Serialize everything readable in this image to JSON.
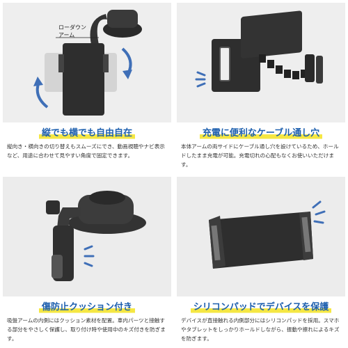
{
  "panels": [
    {
      "heading": "縦でも横でも自由自在",
      "callout": [
        "ローダウン",
        "アーム"
      ],
      "text": "縦向き・横向きの切り替えもスムーズにでき、動画視聴やナビ表示など、用途に合わせて見やすい角度で固定できます。"
    },
    {
      "heading": "充電に便利なケーブル通し穴",
      "text": "本体アームの両サイドにケーブル通し穴を設けているため、ホールドしたまま充電が可能。充電切れの心配もなくお使いいただけます。"
    },
    {
      "heading": "傷防止クッション付き",
      "text": "吸盤アームの内側にはクッション素材を配置。車内パーツと接触する部分をやさしく保護し、取り付け時や使用中のキズ付きを防ぎます。"
    },
    {
      "heading": "シリコンパッドでデバイスを保護",
      "text": "デバイスが直接触れる内側部分にはシリコンパッドを採用。スマホやタブレットをしっかりホールドしながら、振動や擦れによるキズを防ぎます。"
    }
  ],
  "colors": {
    "heading": "#1d5fae",
    "highlight": "#f5e743",
    "arrow": "#3f6fb7",
    "device": "#2e2e2e"
  }
}
